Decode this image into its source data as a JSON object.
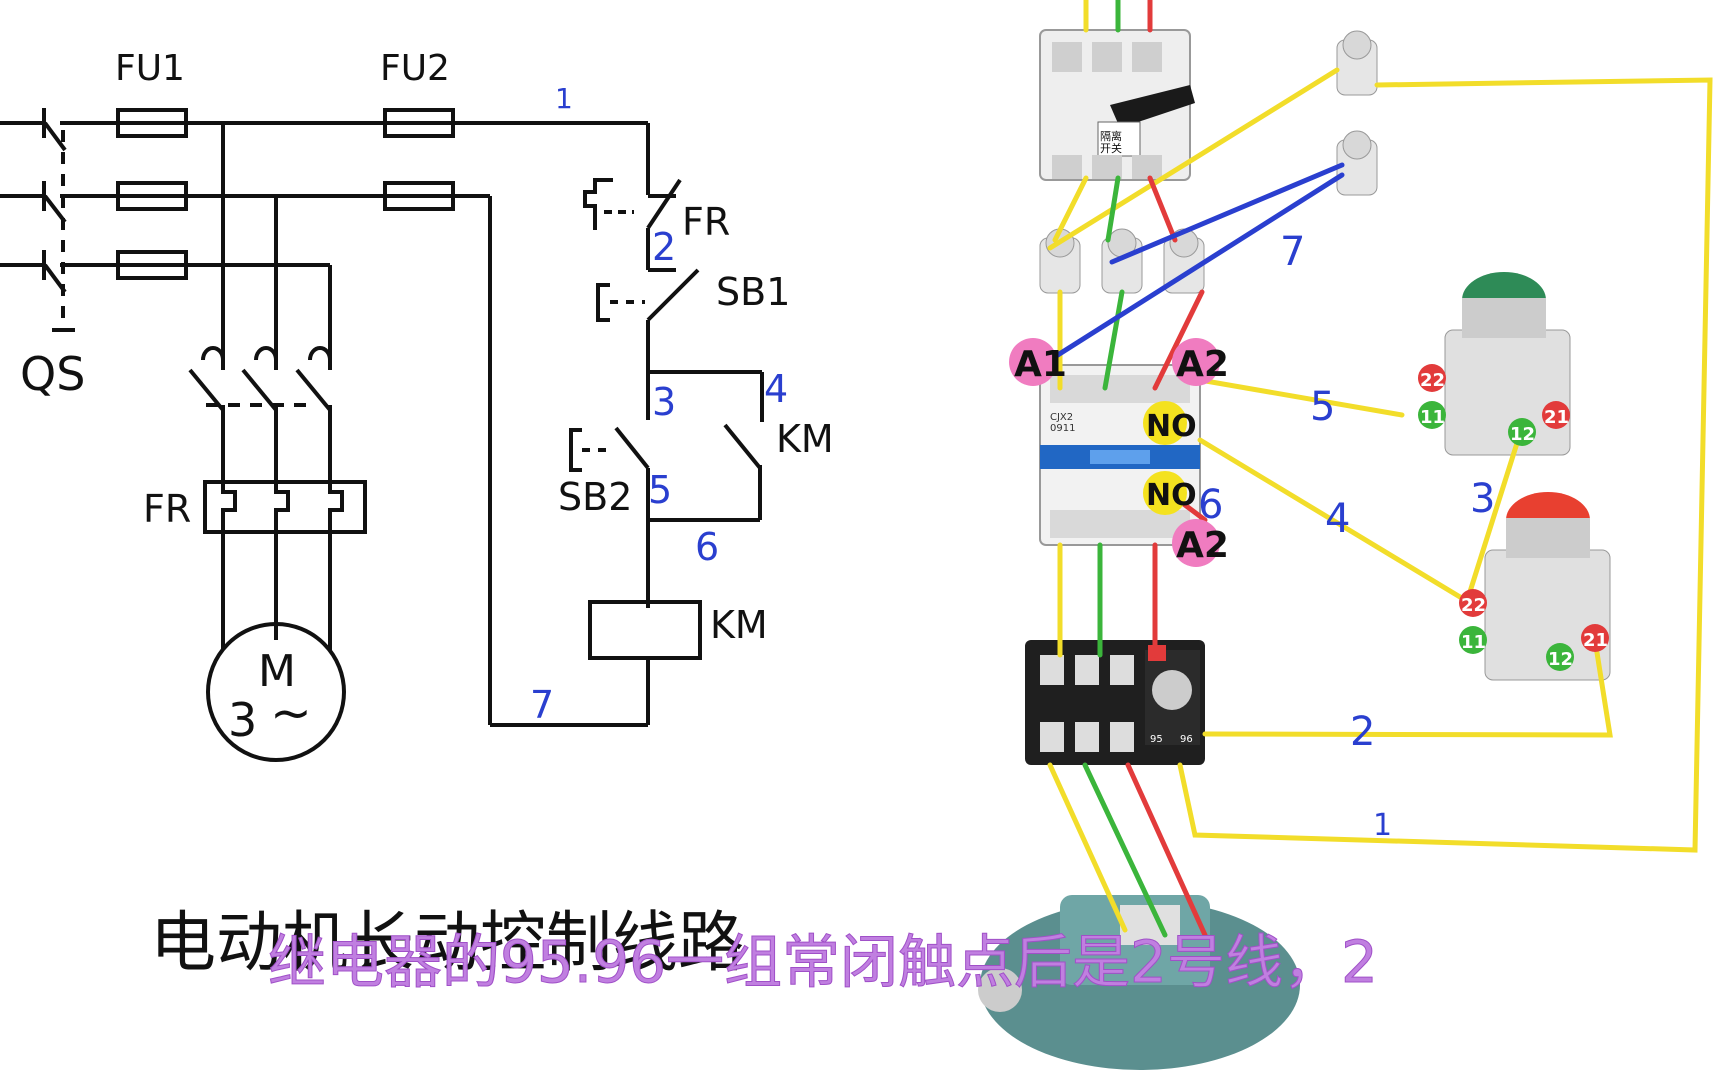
{
  "schematic": {
    "fuse1": "FU1",
    "fuse2": "FU2",
    "isolator": "QS",
    "overload_power": "FR",
    "overload_control": "FR",
    "stop_button": "SB1",
    "start_button": "SB2",
    "aux_contact": "KM",
    "coil": "KM",
    "motor_top": "M",
    "motor_phase": "3",
    "motor_symbol": "~",
    "wires": {
      "w1": "1",
      "w2": "2",
      "w3": "3",
      "w4": "4",
      "w5": "5",
      "w6": "6",
      "w7": "7"
    }
  },
  "wiring": {
    "isolator_label": "隔离\n开关",
    "contactor_model": "CJX2\n0911",
    "terminal_a1": "A1",
    "terminal_a2_top": "A2",
    "terminal_a2_bottom": "A2",
    "terminal_no_top": "NO",
    "terminal_no_bottom": "NO",
    "wires": {
      "w1": "1",
      "w2": "2",
      "w3": "3",
      "w4": "4",
      "w5": "5",
      "w6": "6",
      "w7": "7"
    },
    "button_top": {
      "t22": "22",
      "t11": "11",
      "t12": "12",
      "t21": "21"
    },
    "button_bottom": {
      "t22": "22",
      "t11": "11",
      "t12": "12",
      "t21": "21"
    },
    "relay_95": "95",
    "relay_96": "96"
  },
  "title": "电动机长动控制线路",
  "subtitle": "继电器的95.96一组常闭触点后是2号线，2",
  "colors": {
    "wire_yellow": "#f2dd2a",
    "wire_green": "#3bb53b",
    "wire_red": "#e23b3b",
    "wire_blue": "#2a3fcf",
    "badge_pink": "#f07cc0",
    "badge_yellow": "#f4e21f",
    "subtitle": "#c07fe0",
    "green_button": "#2e8b57",
    "red_button": "#e84030"
  }
}
